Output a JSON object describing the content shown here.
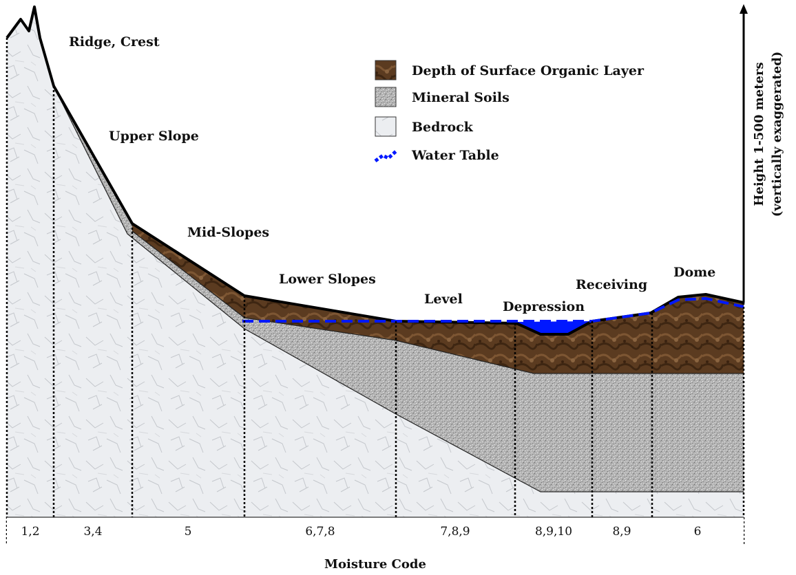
{
  "positions": [
    {
      "id": "ridge",
      "label": "Ridge, Crest"
    },
    {
      "id": "upper",
      "label": "Upper Slope"
    },
    {
      "id": "mid",
      "label": "Mid-Slopes"
    },
    {
      "id": "lower",
      "label": "Lower Slopes"
    },
    {
      "id": "level",
      "label": "Level"
    },
    {
      "id": "depression",
      "label": "Depression"
    },
    {
      "id": "receiving",
      "label": "Receiving"
    },
    {
      "id": "dome",
      "label": "Dome"
    }
  ],
  "legend": {
    "organic": "Depth of Surface Organic Layer",
    "mineral": "Mineral Soils",
    "bedrock": "Bedrock",
    "water": "Water Table"
  },
  "moisture_codes": [
    "1,2",
    "3,4",
    "5",
    "6,7,8",
    "7,8,9",
    "8,9,10",
    "8,9",
    "6"
  ],
  "x_axis_title": "Moisture Code",
  "y_axis_title_line1": "Height 1-500 meters",
  "y_axis_title_line2": "(vertically exaggerated)",
  "colors": {
    "organic": "#5a3a1f",
    "mineral": "#a9a9a9",
    "bedrock": "#eeeff1",
    "water": "#0018ff"
  }
}
